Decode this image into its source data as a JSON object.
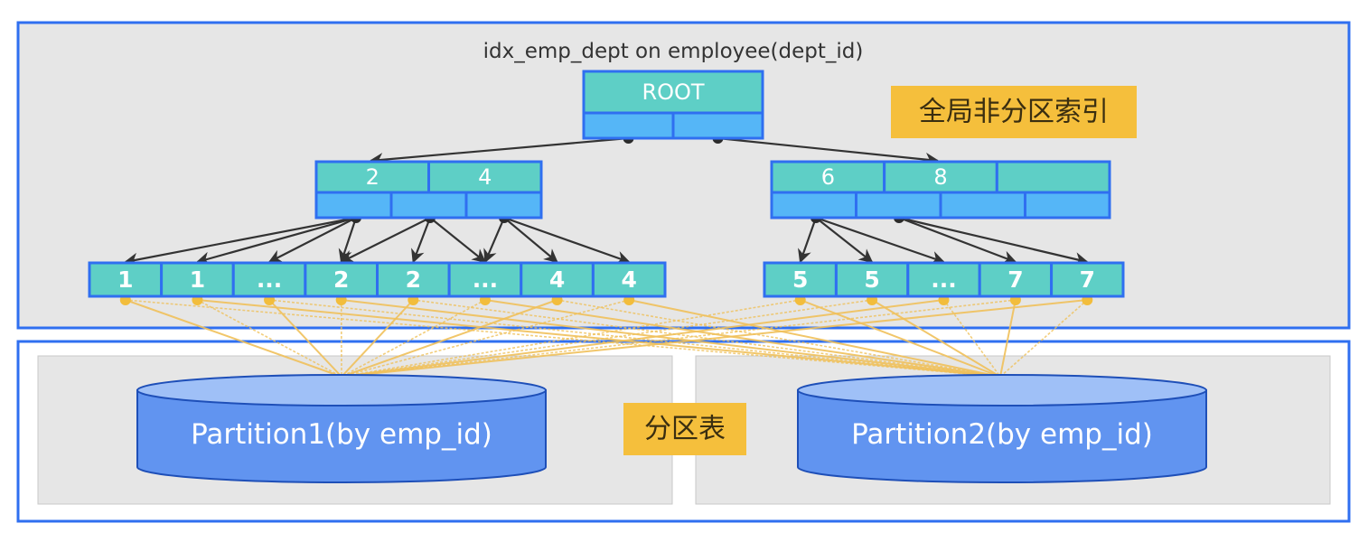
{
  "index_title": "idx_emp_dept on employee(dept_id)",
  "global_index_label": "全局非分区索引",
  "partitioned_table_label": "分区表",
  "root": {
    "label": "ROOT",
    "pointers": 2
  },
  "branches": [
    {
      "keys": [
        "2",
        "4"
      ],
      "pointers": 3
    },
    {
      "keys": [
        "6",
        "8",
        ""
      ],
      "pointers": 4
    }
  ],
  "leaves": [
    {
      "branch": 0,
      "entries": [
        {
          "key": "1",
          "partition": 1
        },
        {
          "key": "1",
          "partition": 2
        },
        {
          "key": "...",
          "partition": 1
        },
        {
          "key": "2",
          "partition": 2
        },
        {
          "key": "2",
          "partition": 1
        },
        {
          "key": "...",
          "partition": 2
        },
        {
          "key": "4",
          "partition": 1
        },
        {
          "key": "4",
          "partition": 2
        }
      ]
    },
    {
      "branch": 1,
      "entries": [
        {
          "key": "5",
          "partition": 2
        },
        {
          "key": "5",
          "partition": 2
        },
        {
          "key": "...",
          "partition": 1
        },
        {
          "key": "7",
          "partition": 2
        },
        {
          "key": "7",
          "partition": 1
        }
      ]
    }
  ],
  "partitions": [
    {
      "label": "Partition1(by emp_id)"
    },
    {
      "label": "Partition2(by emp_id)"
    }
  ],
  "colors": {
    "border": "#2f6ff0",
    "key_cell": "#5ecfc6",
    "pointer_cell": "#55b6f7",
    "tag": "#f5bf3c",
    "partition_body": "#6194f0",
    "partition_top": "#9fc0f7",
    "link": "#efc05a"
  }
}
